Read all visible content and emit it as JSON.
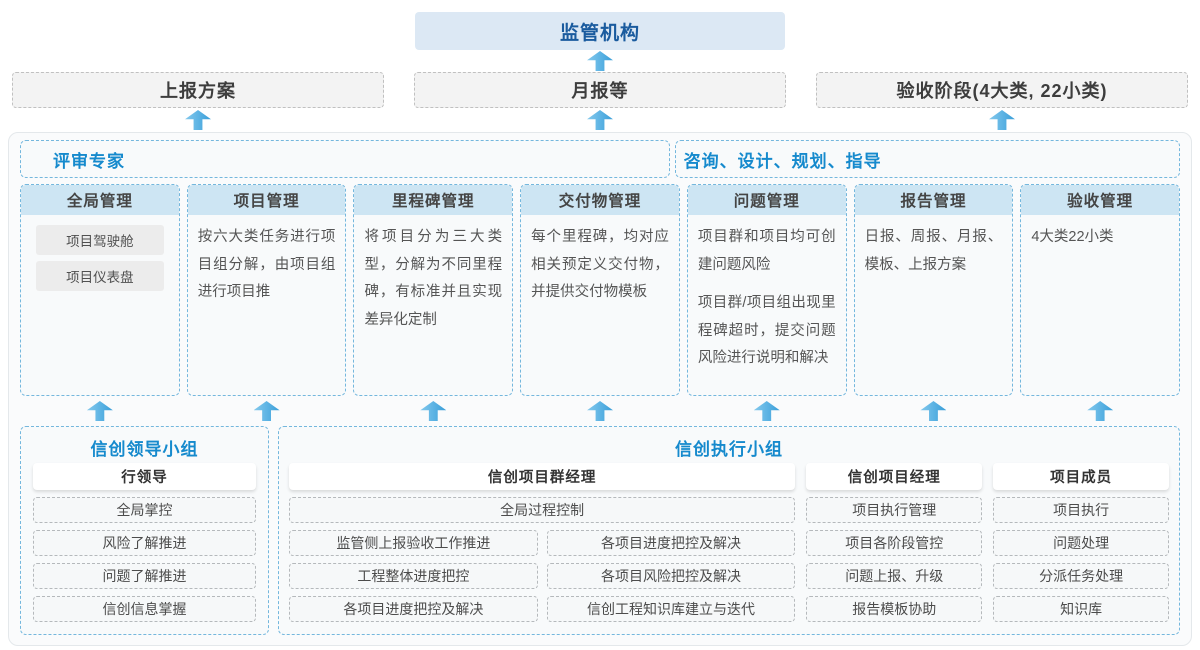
{
  "top": {
    "regulator": "监管机构",
    "outputs": [
      "上报方案",
      "月报等",
      "验收阶段(4大类, 22小类)"
    ]
  },
  "panel": {
    "experts_label": "评审专家",
    "advisory_label": "咨询、设计、规划、指导",
    "columns": [
      {
        "title": "全局管理",
        "chips": [
          "项目驾驶舱",
          "项目仪表盘"
        ]
      },
      {
        "title": "项目管理",
        "p1": "按六大类任务进行项目组分解，由项目组进行项目推"
      },
      {
        "title": "里程碑管理",
        "p1": "将项目分为三大类型，分解为不同里程碑，有标准并且实现差异化定制"
      },
      {
        "title": "交付物管理",
        "p1": "每个里程碑，均对应相关预定义交付物，并提供交付物模板"
      },
      {
        "title": "问题管理",
        "p1": "项目群和项目均可创建问题风险",
        "p2": "项目群/项目组出现里程碑超时，提交问题风险进行说明和解决"
      },
      {
        "title": "报告管理",
        "p1": "日报、周报、月报、模板、上报方案"
      },
      {
        "title": "验收管理",
        "p1": "4大类22小类"
      }
    ]
  },
  "groups": {
    "leader": {
      "title": "信创领导小组",
      "role": "行领导",
      "items": [
        "全局掌控",
        "风险了解推进",
        "问题了解推进",
        "信创信息掌握"
      ]
    },
    "executor": {
      "title": "信创执行小组",
      "program_manager": {
        "role": "信创项目群经理",
        "full_item": "全局过程控制",
        "left_items": [
          "监管侧上报验收工作推进",
          "工程整体进度把控",
          "各项目进度把控及解决"
        ],
        "right_items": [
          "各项目进度把控及解决",
          "各项目风险把控及解决",
          "信创工程知识库建立与迭代"
        ]
      },
      "project_manager": {
        "role": "信创项目经理",
        "items": [
          "项目执行管理",
          "项目各阶段管控",
          "问题上报、升级",
          "报告模板协助"
        ]
      },
      "member": {
        "role": "项目成员",
        "items": [
          "项目执行",
          "问题处理",
          "分派任务处理",
          "知识库"
        ]
      }
    }
  }
}
